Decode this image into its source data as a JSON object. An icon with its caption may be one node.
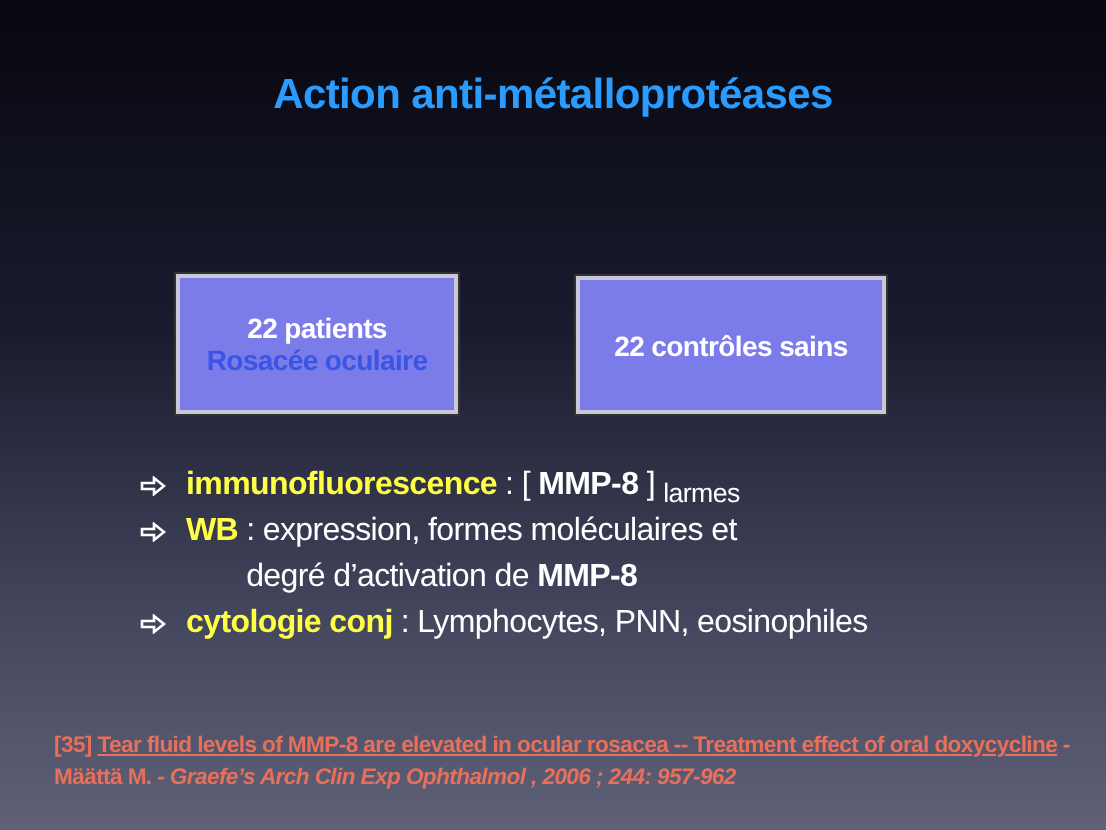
{
  "diagram": {
    "title": "Action anti-métalloprotéases",
    "nodes": [
      {
        "text": [
          "22 patients",
          "Rosacée oculaire"
        ]
      },
      {
        "text": [
          "22 contrôles sains"
        ]
      }
    ],
    "edges": [],
    "labels": [
      "immunofluorescence",
      ": [ **MMP-8** ] $_{larmes}$",
      "WB",
      ": expression, formes moléculaires et degré d’activation de **MMP-8**",
      "cytologie conj",
      ": Lymphocytes, PNN, eosinophiles",
      "[35] **Tear fluid levels of MMP-8 are elevated in ocular rosacea -- Treatment effect of oral doxycycline** - Määttä M. *- Graefe’s Arch Clin Exp Ophthalmol , 2006 ; 244: 957-962*"
    ]
  }
}
